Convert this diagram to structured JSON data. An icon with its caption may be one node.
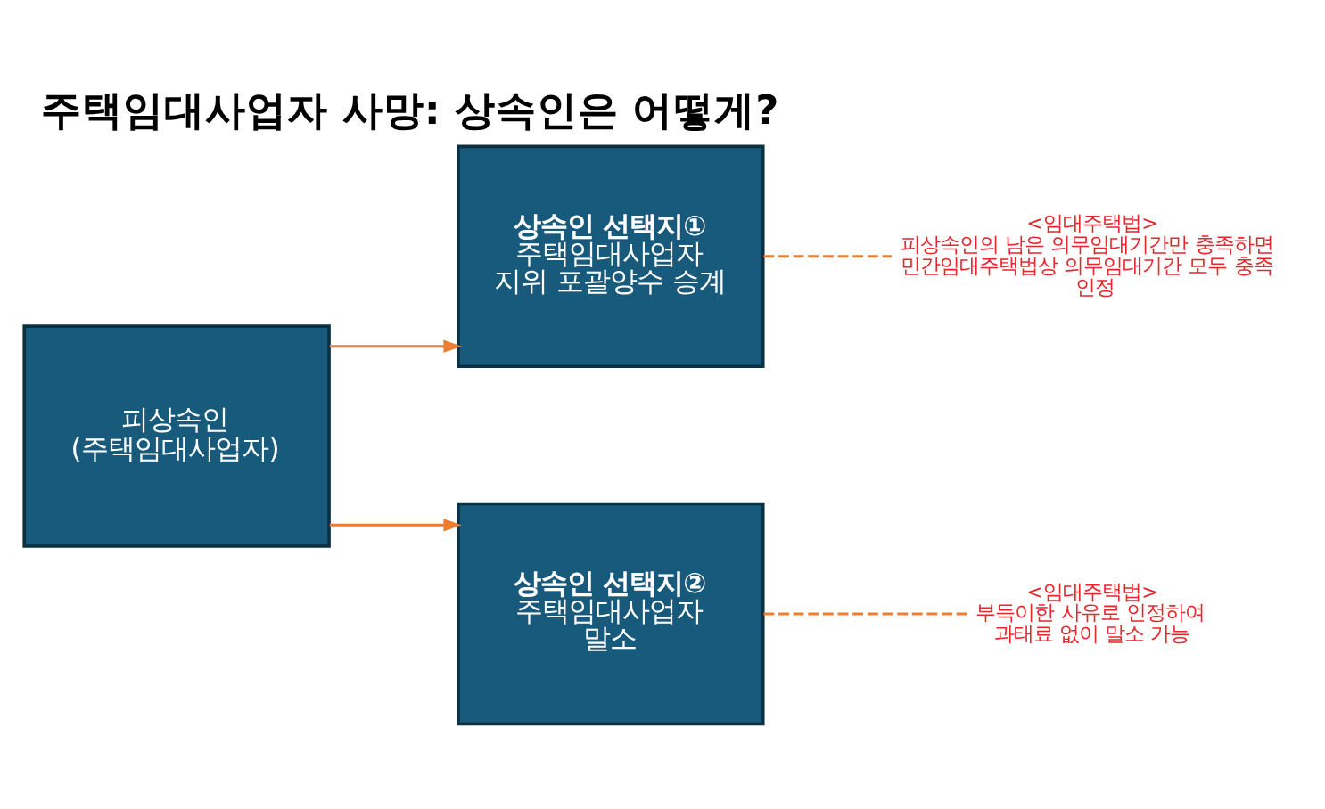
{
  "diagram": {
    "title": "주택임대사업자 사망: 상속인은 어떻게?",
    "nodes": [
      {
        "text": [
          "피상속인 (주택임대사업자)"
        ]
      },
      {
        "text": [
          "상속인 선택지①",
          "주택임대사업자 지위 포괄양수 승계"
        ]
      },
      {
        "text": [
          "상속인 선택지②",
          "주택임대사업자 말소"
        ]
      },
      {
        "text": [
          "<임대주택법>",
          "피상속인의 남은 의무임대기간만 충족하면 민간임대주택법상 의무임대기간 모두 충족 인정"
        ]
      },
      {
        "text": [
          "<임대주택법>",
          "부득이한 사유로 인정하여 과태료 없이 말소 가능"
        ]
      }
    ],
    "edges": [
      {
        "from": 0,
        "to": 1,
        "arrow": "to"
      },
      {
        "from": 0,
        "to": 2,
        "arrow": "to"
      },
      {
        "from": 1,
        "to": 3,
        "arrow": "none",
        "style": "dashed"
      },
      {
        "from": 2,
        "to": 4,
        "arrow": "none",
        "style": "dashed"
      }
    ]
  }
}
